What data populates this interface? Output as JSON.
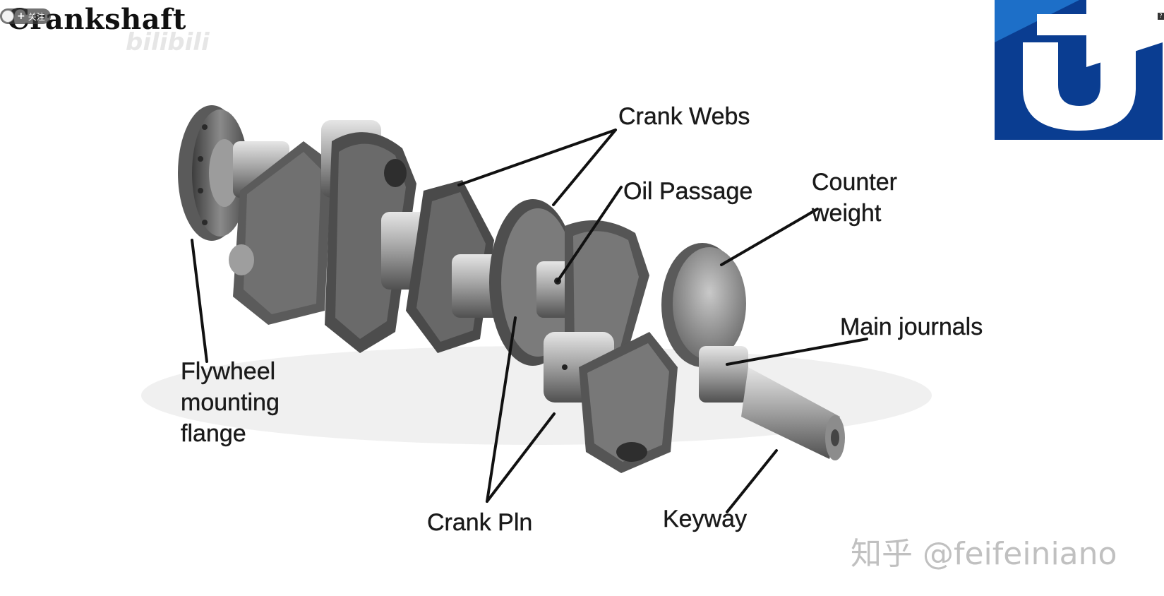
{
  "title": "Crankshaft",
  "overlay": {
    "follow_label": "关注",
    "watermark": "bilibili"
  },
  "labels": {
    "crank_webs": "Crank Webs",
    "oil_passage": "Oil Passage",
    "counter_weight": "Counter\nweight",
    "main_journals": "Main journals",
    "flywheel_flange": "Flywheel\nmounting\nflange",
    "crank_pin": "Crank Pln",
    "keyway": "Keyway"
  },
  "credit": "知乎 @feifeiniano",
  "colors": {
    "logo_blue": "#0a3d91",
    "logo_light_blue": "#1d6fc8",
    "metal_dark": "#4a4a4a",
    "metal_mid": "#7a7a7a",
    "metal_light": "#bdbdbd",
    "leader_line": "#111111"
  }
}
